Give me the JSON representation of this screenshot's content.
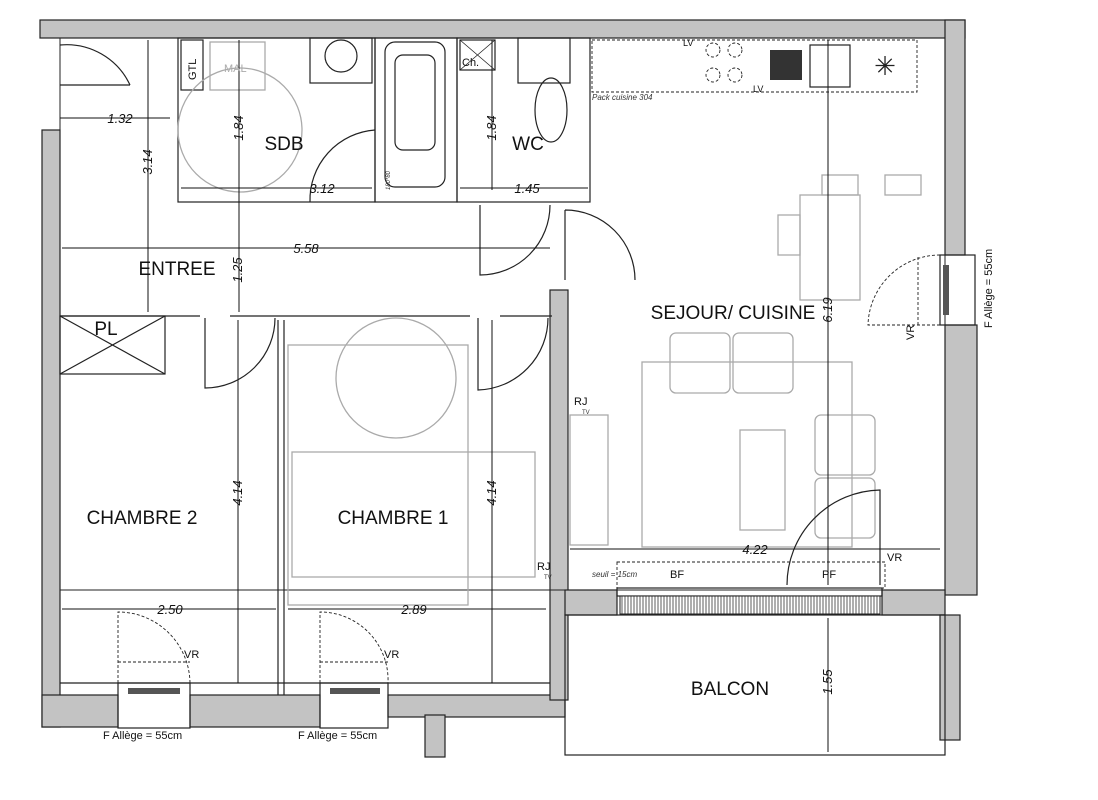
{
  "rooms": {
    "sdb": "SDB",
    "wc": "WC",
    "entree": "ENTREE",
    "pl": "PL",
    "chambre2": "CHAMBRE 2",
    "chambre1": "CHAMBRE 1",
    "sejour": "SEJOUR/ CUISINE",
    "balcon": "BALCON"
  },
  "dimensions": {
    "entry_door": "1.32",
    "entree_height": "3.14",
    "sdb_height": "1.84",
    "sdb_width": "3.12",
    "wc_height": "1.84",
    "wc_width": "1.45",
    "corridor_width": "5.58",
    "corridor_height": "1.25",
    "chambre2_height": "4.14",
    "chambre1_height": "4.14",
    "chambre2_width": "2.50",
    "chambre1_width": "2.89",
    "sejour_height": "6.19",
    "sejour_width": "4.22",
    "balcon_depth": "1.55"
  },
  "labels": {
    "gtl": "GTL",
    "mal": "MAL",
    "ch": "Ch.",
    "lv1": "LV",
    "lv2": "LV",
    "pack": "Pack cuisine 304",
    "bath_size": "180*80",
    "rj1": "RJ",
    "tv1": "TV",
    "rj2": "RJ",
    "tv2": "TV",
    "seuil": "seuil = 15cm",
    "bf": "BF",
    "pf": "PF",
    "vr_sejour": "VR",
    "vr_east": "VR",
    "allege_east": "F  Allège = 55cm",
    "vr_ch2": "VR",
    "vr_ch1": "VR",
    "allege_ch2": "F  Allège = 55cm",
    "allege_ch1": "F  Allège = 55cm"
  }
}
